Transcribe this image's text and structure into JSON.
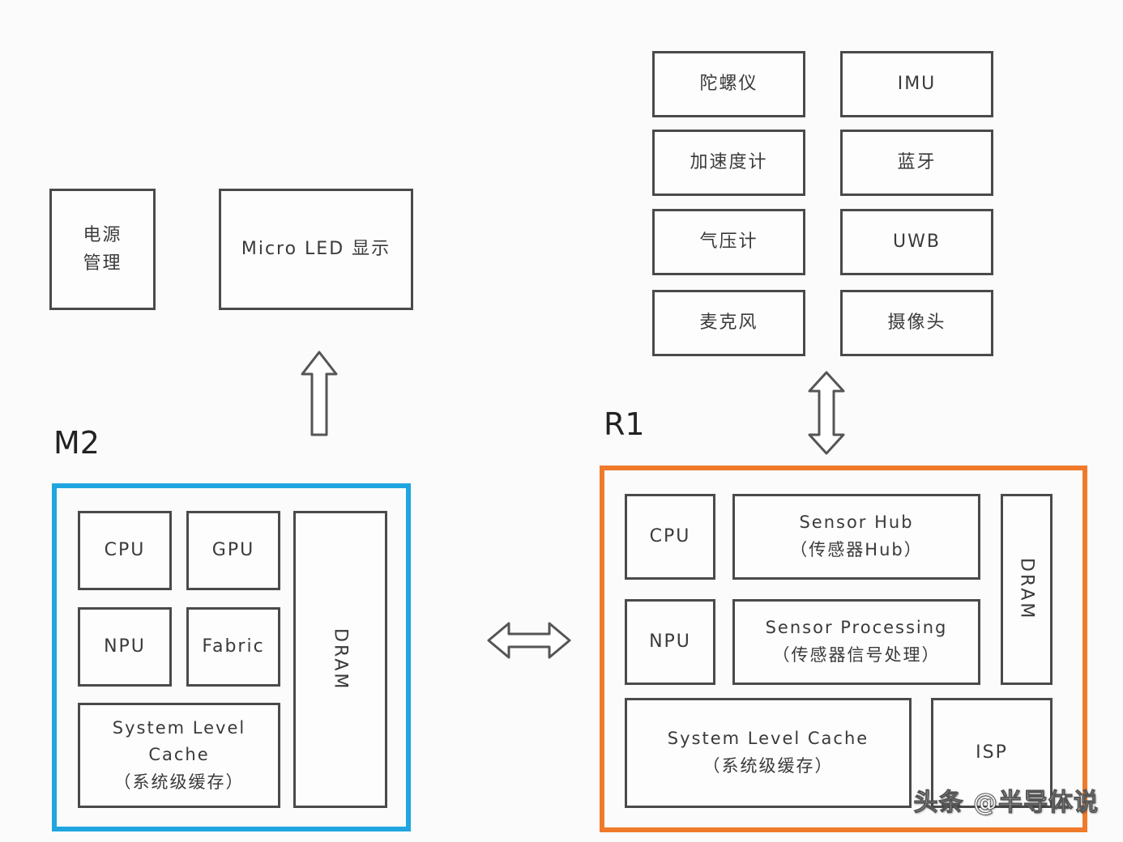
{
  "peripherals_left": {
    "power": "电源\n管理",
    "display": "Micro LED 显示"
  },
  "sensors": {
    "gyro": "陀螺仪",
    "imu": "IMU",
    "accel": "加速度计",
    "bluetooth": "蓝牙",
    "barometer": "气压计",
    "uwb": "UWB",
    "microphone": "麦克风",
    "camera": "摄像头"
  },
  "m2": {
    "title": "M2",
    "border_color": "#1fa6e0",
    "cpu": "CPU",
    "gpu": "GPU",
    "npu": "NPU",
    "fabric": "Fabric",
    "slc": "System Level\nCache\n（系统级缓存）",
    "dram": "DRAM"
  },
  "r1": {
    "title": "R1",
    "border_color": "#f07a2a",
    "cpu": "CPU",
    "sensor_hub": "Sensor Hub\n（传感器Hub）",
    "npu": "NPU",
    "sensor_processing": "Sensor Processing\n（传感器信号处理）",
    "dram": "DRAM",
    "slc": "System Level Cache\n（系统级缓存）",
    "isp": "ISP"
  },
  "watermark": "头条 @半导体说"
}
